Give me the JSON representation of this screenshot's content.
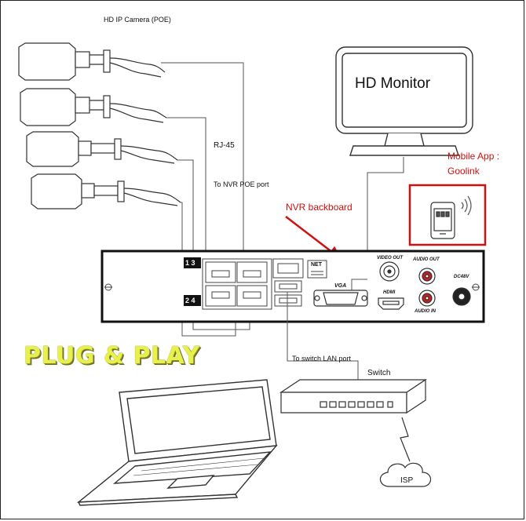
{
  "diagram": {
    "title": "HD IP Camera (POE)",
    "rj45_label": "RJ-45",
    "nvr_poe_label": "To NVR POE port",
    "monitor_label": "HD Monitor",
    "mobile_app_label_line1": "Mobile App :",
    "mobile_app_label_line2": "Goolink",
    "nvr_backboard_label": "NVR backboard",
    "plug_play_label": "PLUG & PLAY",
    "switch_lan_label": "To switch LAN port",
    "switch_label": "Switch",
    "isp_label": "ISP",
    "nvr_ports": {
      "port_13": "1 3",
      "port_24": "2 4",
      "net": "NET",
      "vga": "VGA",
      "video_out": "VIDEO OUT",
      "audio_out": "AUDIO OUT",
      "hdmi": "HDMI",
      "audio_in": "AUDIO IN",
      "dc": "DC48V"
    },
    "colors": {
      "red_accent": "#d01010",
      "plug_play": "#e8f04a",
      "line": "#333333"
    }
  }
}
